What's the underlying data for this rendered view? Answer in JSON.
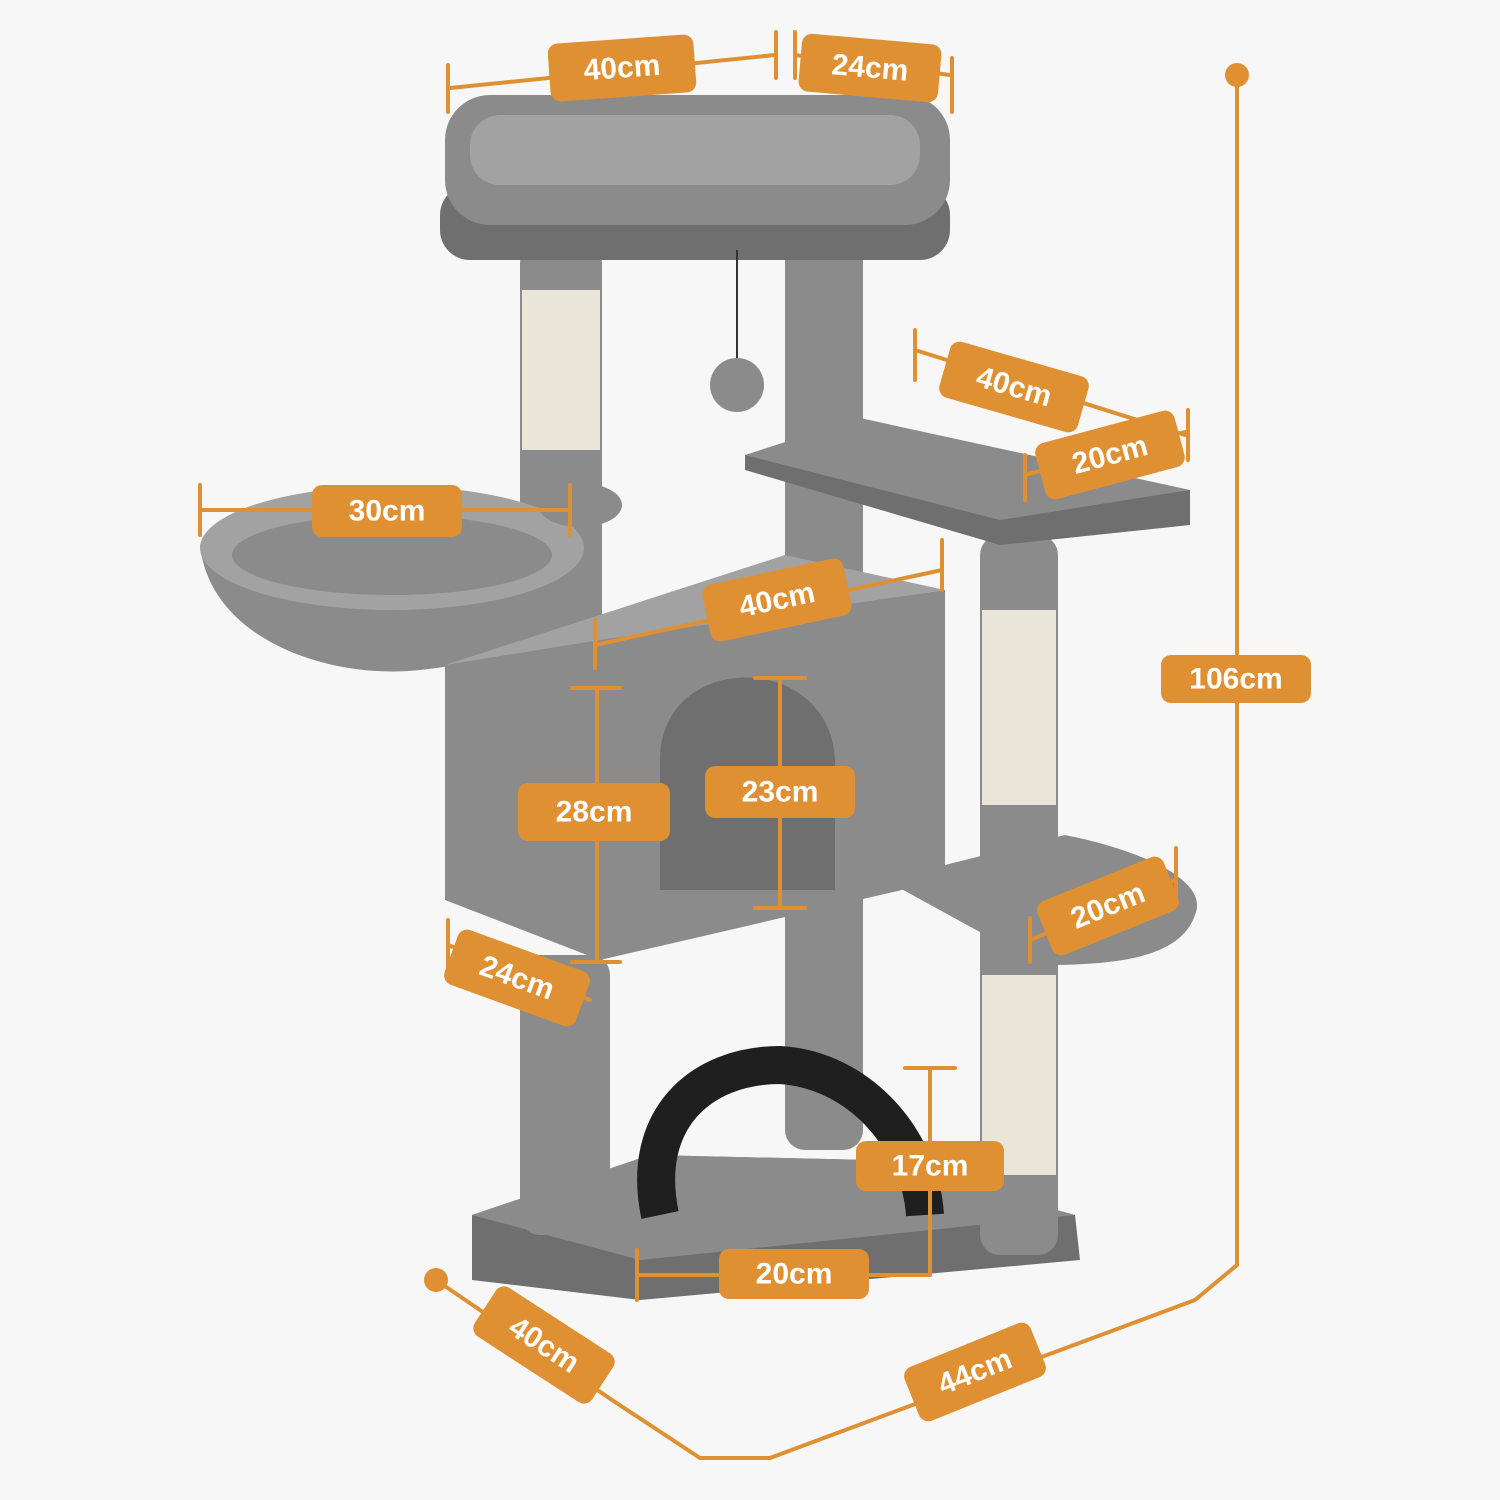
{
  "colors": {
    "accent": "#df9032",
    "plush": "#8b8b8b",
    "sisal": "#e9e6d9",
    "background": "#f7f7f7"
  },
  "dimensions": {
    "top_width": "40cm",
    "top_depth": "24cm",
    "platform_width": "40cm",
    "platform_depth": "20cm",
    "basket_diameter": "30cm",
    "condo_width": "40cm",
    "condo_height": "28cm",
    "door_height": "23cm",
    "condo_depth": "24cm",
    "step_depth": "20cm",
    "total_height": "106cm",
    "brush_height": "17cm",
    "brush_width": "20cm",
    "base_depth": "40cm",
    "base_width": "44cm"
  }
}
